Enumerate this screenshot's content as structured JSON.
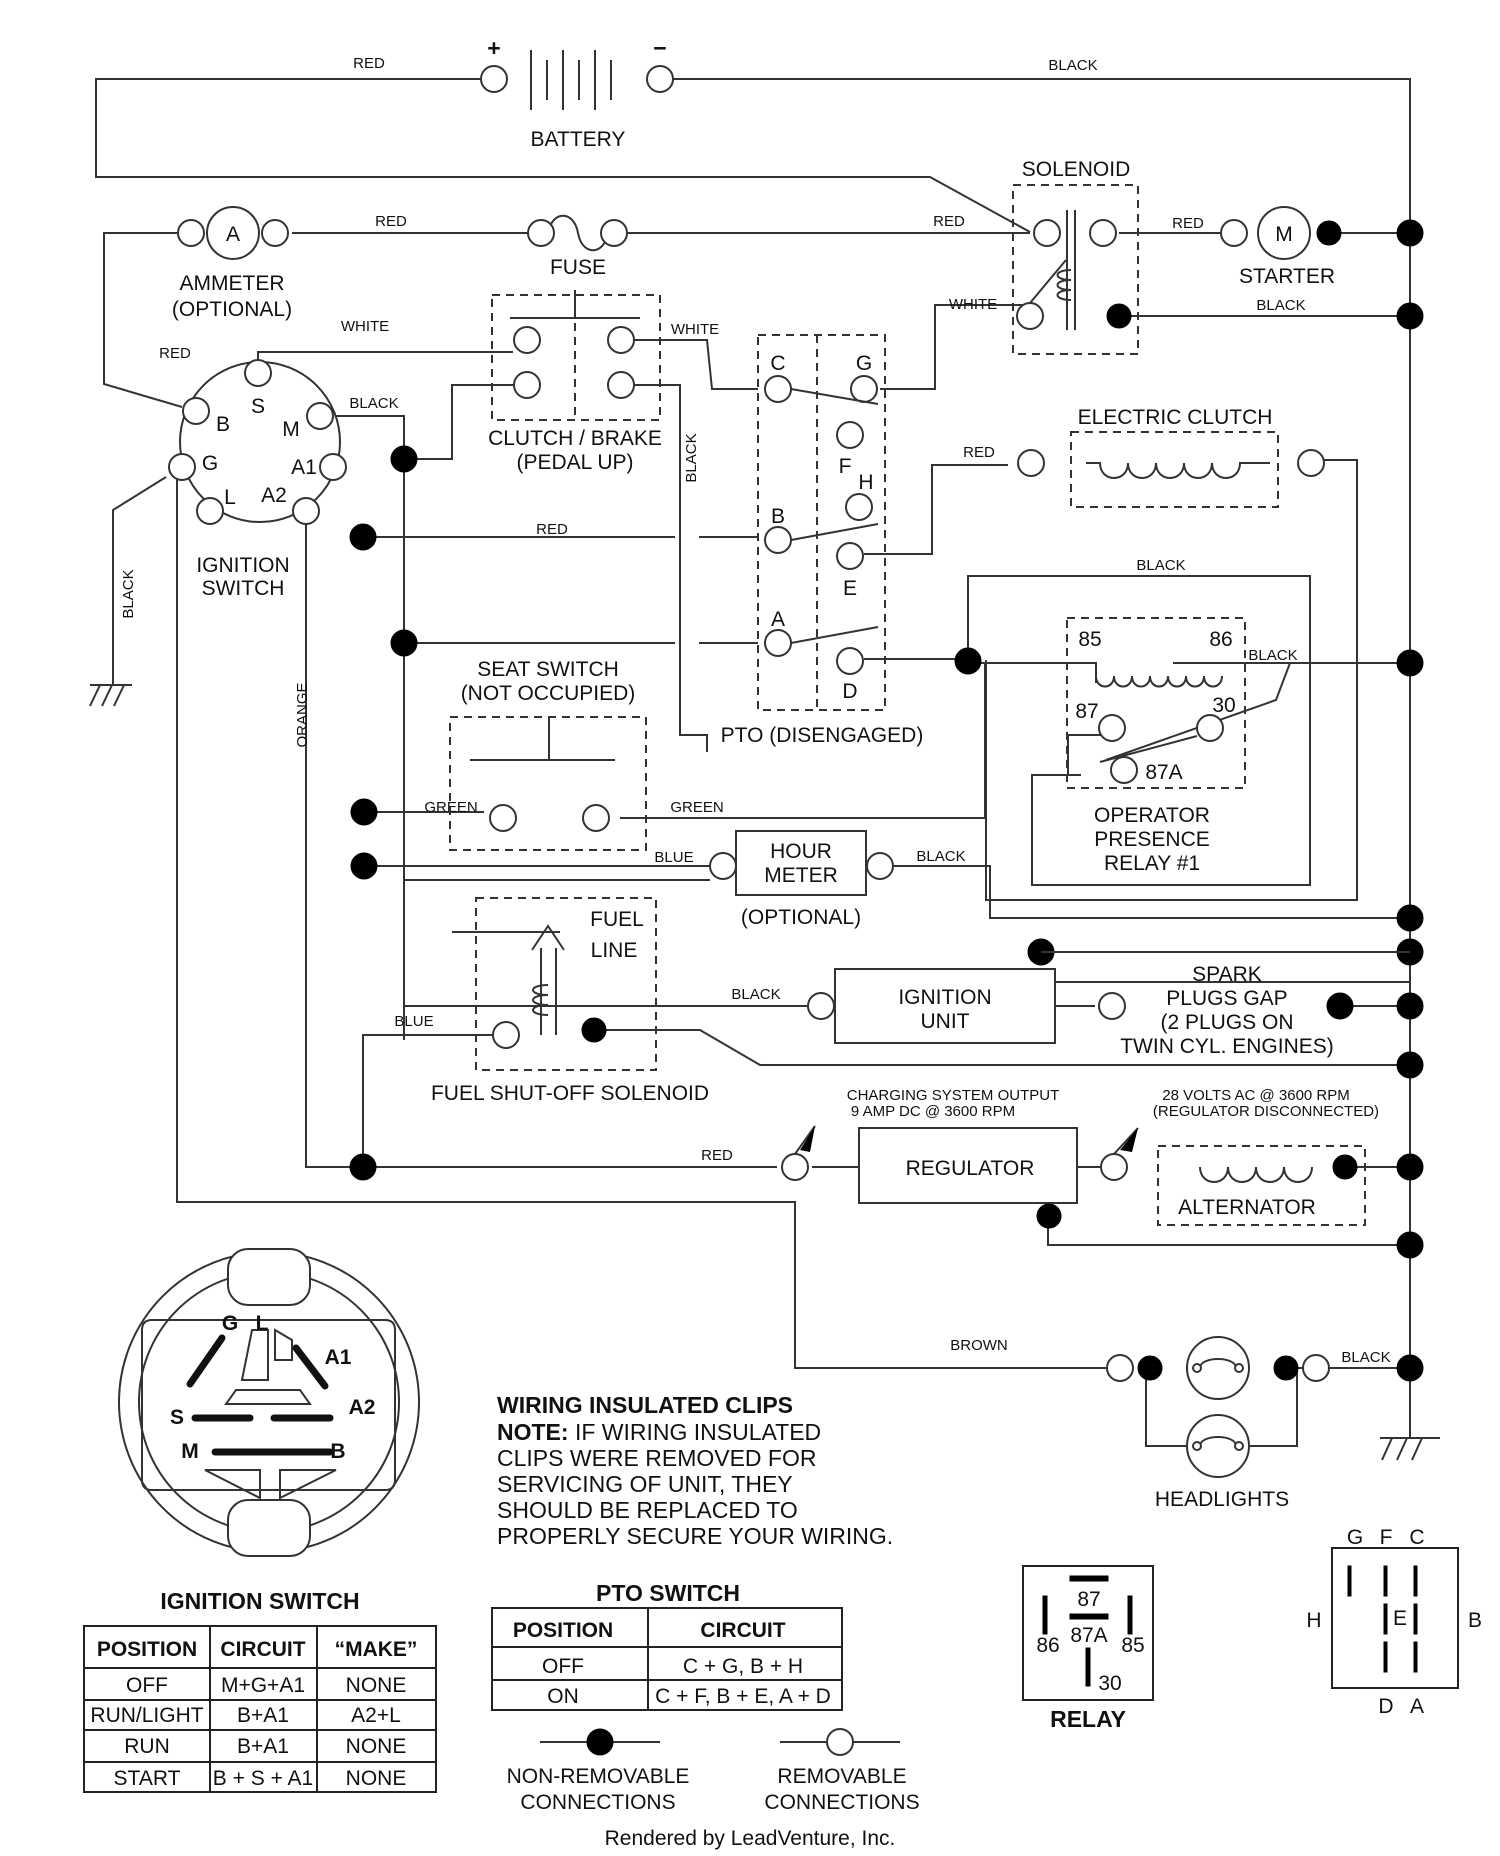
{
  "wires": {
    "red": "RED",
    "black": "BLACK",
    "white": "WHITE",
    "orange": "ORANGE",
    "green": "GREEN",
    "blue": "BLUE",
    "brown": "BROWN"
  },
  "components": {
    "battery": "BATTERY",
    "battery_pos": "+",
    "battery_neg": "−",
    "solenoid": "SOLENOID",
    "starter": "STARTER",
    "starter_m": "M",
    "ammeter_a": "A",
    "ammeter": "AMMETER",
    "ammeter_opt": "(OPTIONAL)",
    "fuse": "FUSE",
    "clutch_brake": "CLUTCH / BRAKE",
    "pedal_up": "(PEDAL UP)",
    "ignition_switch_1": "IGNITION",
    "ignition_switch_2": "SWITCH",
    "electric_clutch": "ELECTRIC CLUTCH",
    "pto_disengaged": "PTO (DISENGAGED)",
    "seat_switch": "SEAT SWITCH",
    "not_occupied": "(NOT OCCUPIED)",
    "opr_1": "OPERATOR",
    "opr_2": "PRESENCE",
    "opr_3": "RELAY #1",
    "hour": "HOUR",
    "meter": "METER",
    "hour_opt": "(OPTIONAL)",
    "fuel": "FUEL",
    "line": "LINE",
    "fuel_shutoff": "FUEL SHUT-OFF SOLENOID",
    "ign_unit_1": "IGNITION",
    "ign_unit_2": "UNIT",
    "spark_1": "SPARK",
    "spark_2": "PLUGS GAP",
    "spark_3": "(2 PLUGS ON",
    "spark_4": "TWIN CYL. ENGINES)",
    "charging_1": "CHARGING SYSTEM OUTPUT",
    "charging_2": "9 AMP DC @ 3600 RPM",
    "volts_1": "28 VOLTS AC @ 3600 RPM",
    "volts_2": "(REGULATOR DISCONNECTED)",
    "regulator": "REGULATOR",
    "alternator": "ALTERNATOR",
    "headlights": "HEADLIGHTS"
  },
  "ignition_terminals": [
    "S",
    "B",
    "M",
    "G",
    "A1",
    "L",
    "A2"
  ],
  "pto_terminals": [
    "C",
    "G",
    "F",
    "H",
    "B",
    "E",
    "A",
    "D"
  ],
  "relay_terminals": [
    "85",
    "86",
    "87",
    "30",
    "87A"
  ],
  "notes": {
    "title": "WIRING INSULATED CLIPS",
    "note_label": "NOTE:",
    "line1": " IF WIRING INSULATED",
    "line2": "CLIPS WERE REMOVED FOR",
    "line3": "SERVICING OF UNIT, THEY",
    "line4": "SHOULD BE REPLACED TO",
    "line5": "PROPERLY SECURE YOUR WIRING."
  },
  "ignition_table": {
    "title": "IGNITION SWITCH",
    "headers": [
      "POSITION",
      "CIRCUIT",
      "“MAKE”"
    ],
    "rows": [
      [
        "OFF",
        "M+G+A1",
        "NONE"
      ],
      [
        "RUN/LIGHT",
        "B+A1",
        "A2+L"
      ],
      [
        "RUN",
        "B+A1",
        "NONE"
      ],
      [
        "START",
        "B + S + A1",
        "NONE"
      ]
    ]
  },
  "pto_table": {
    "title": "PTO SWITCH",
    "headers": [
      "POSITION",
      "CIRCUIT"
    ],
    "rows": [
      [
        "OFF",
        "C + G, B + H"
      ],
      [
        "ON",
        "C + F, B + E, A + D"
      ]
    ]
  },
  "ign_diagram_labels": [
    "G",
    "L",
    "A1",
    "A2",
    "S",
    "M",
    "B"
  ],
  "relay_diagram": {
    "title": "RELAY",
    "labels": [
      "87",
      "87A",
      "86",
      "85",
      "30"
    ]
  },
  "pto_diagram_labels": [
    "G",
    "F",
    "C",
    "H",
    "E",
    "B",
    "D",
    "A"
  ],
  "legend": {
    "non_removable_1": "NON-REMOVABLE",
    "non_removable_2": "CONNECTIONS",
    "removable_1": "REMOVABLE",
    "removable_2": "CONNECTIONS"
  },
  "footer": "Rendered by LeadVenture, Inc."
}
